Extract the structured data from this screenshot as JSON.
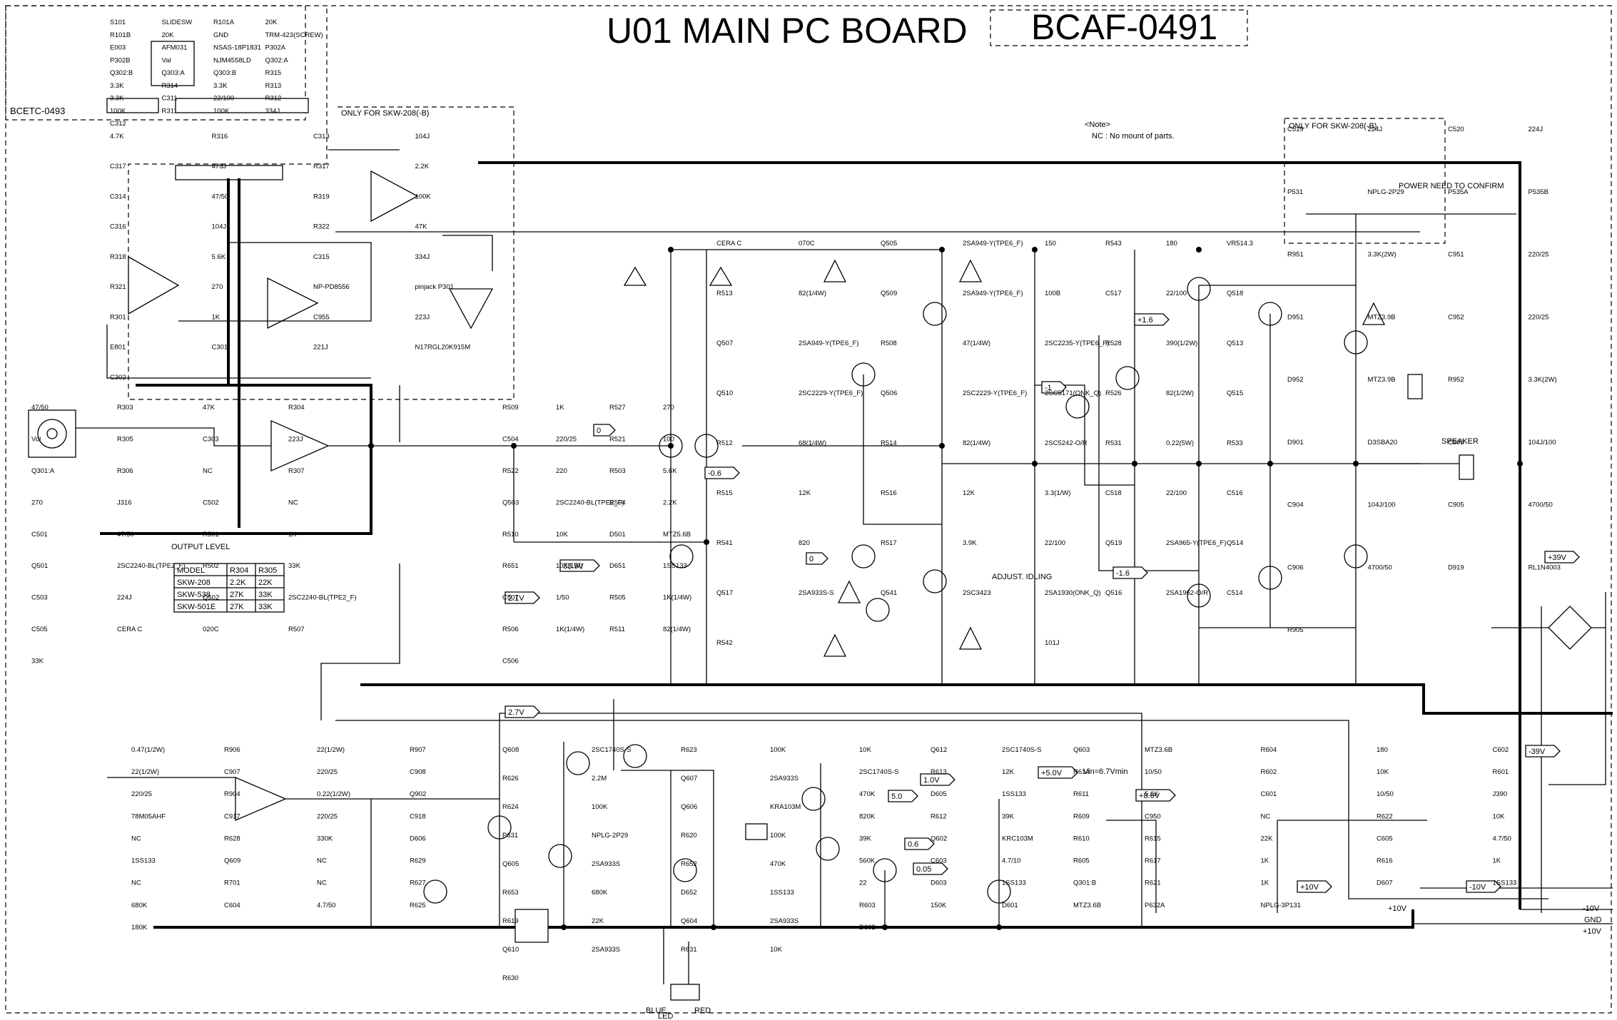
{
  "title": "U01 MAIN PC BOARD",
  "board_code": "BCAF-0491",
  "sub_board": "BCETC-0493",
  "note": {
    "head": "<Note>",
    "body": "NC : No mount of parts."
  },
  "only_for_a": "ONLY FOR SKW-208(-B)",
  "only_for_b": "ONLY FOR SKW-208(-B)",
  "power_note": "POWER NEED TO CONFIRM",
  "output_level": "OUTPUT LEVEL",
  "adjust_idling": "ADJUST. IDLING",
  "speaker": "SPEAKER",
  "led": "LED",
  "blue": "BLUE",
  "red": "RED",
  "vin": "Vin=6.7Vmin",
  "model_table": {
    "headers": [
      "MODEL",
      "R304",
      "R305"
    ],
    "rows": [
      [
        "SKW-208",
        "2.2K",
        "22K"
      ],
      [
        "SKW-538",
        "27K",
        "33K"
      ],
      [
        "SKW-501E",
        "27K",
        "33K"
      ]
    ]
  },
  "rails": [
    "-10V",
    "GND",
    "+10V",
    "+10V"
  ],
  "voltages": [
    "+1.6",
    "-1",
    "-1.6",
    "+39V",
    "-39V",
    "2.1V",
    "2.7V",
    "33.5V",
    "-0.6",
    "0",
    "0",
    "1.0V",
    "5.0",
    "0.05",
    "0.6",
    "+5.0V",
    "+8.6V",
    "+10V",
    "-10V"
  ],
  "labels": [
    "S101",
    "SLIDESW",
    "R101A",
    "20K",
    "R101B",
    "20K",
    "GND",
    "TRM-423(SCREW)",
    "E003",
    "AFM031",
    "NSAS-18P1831",
    "P302A",
    "P302B",
    "Val",
    "NJM4558LD",
    "Q302:A",
    "Q302:B",
    "Q303:A",
    "Q303:B",
    "R315",
    "3.3K",
    "R314",
    "3.3K",
    "R313",
    "3.3K",
    "C311",
    "22/100",
    "R312",
    "100K",
    "R311",
    "100K",
    "334J",
    "C312",
    "4.7K",
    "R316",
    "C313",
    "104J",
    "C317",
    "473J",
    "R317",
    "2.2K",
    "C314",
    "47/50",
    "R319",
    "100K",
    "C316",
    "104J",
    "R322",
    "47K",
    "R318",
    "5.6K",
    "C315",
    "334J",
    "R321",
    "270",
    "NP-PD8556",
    "pinjack P301",
    "R301",
    "1K",
    "C955",
    "223J",
    "E801",
    "C301",
    "221J",
    "N17RGL20K915M",
    "C302",
    "47/50",
    "R303",
    "47K",
    "R304",
    "Vol",
    "R305",
    "C303",
    "223J",
    "Q301:A",
    "R306",
    "NC",
    "R307",
    "270",
    "J316",
    "C502",
    "NC",
    "C501",
    "47/50",
    "R501",
    "1K",
    "Q501",
    "2SC2240-BL(TPE2_F)",
    "R502",
    "33K",
    "C503",
    "224J",
    "Q502",
    "2SC2240-BL(TPE2_F)",
    "C505",
    "CERA C",
    "020C",
    "R507",
    "33K",
    "R509",
    "1K",
    "R527",
    "270",
    "C504",
    "220/25",
    "R521",
    "100",
    "R522",
    "220",
    "R503",
    "5.6K",
    "Q503",
    "2SC2240-BL(TPE2_F)",
    "R504",
    "2.2K",
    "R510",
    "10K",
    "D501",
    "MTZ5.6B",
    "R651",
    "10K(1W)",
    "D651",
    "1SS133",
    "C507",
    "1/50",
    "R505",
    "1K(1/4W)",
    "R506",
    "1K(1/4W)",
    "R511",
    "82(1/4W)",
    "C506",
    "CERA C",
    "070C",
    "Q505",
    "2SA949-Y(TPE6_F)",
    "R513",
    "82(1/4W)",
    "Q509",
    "2SA949-Y(TPE6_F)",
    "Q507",
    "2SA949-Y(TPE6_F)",
    "R508",
    "47(1/4W)",
    "Q510",
    "2SC2229-Y(TPE6_F)",
    "Q506",
    "2SC2229-Y(TPE6_F)",
    "R512",
    "68(1/4W)",
    "R514",
    "82(1/4W)",
    "R515",
    "12K",
    "R516",
    "12K",
    "R541",
    "820",
    "R517",
    "3.9K",
    "Q517",
    "2SA933S-S",
    "Q541",
    "2SC3423",
    "R542",
    "150",
    "R543",
    "180",
    "VR514.3",
    "100B",
    "C517",
    "22/100",
    "Q518",
    "2SC2235-Y(TPE6_F)",
    "R528",
    "390(1/2W)",
    "Q513",
    "2SC5171(ONK_Q)",
    "R526",
    "82(1/2W)",
    "Q515",
    "2SC5242-O/R",
    "R531",
    "0.22(5W)",
    "R533",
    "3.3(1/W)",
    "C518",
    "22/100",
    "C516",
    "22/100",
    "Q519",
    "2SA965-Y(TPE6_F)",
    "Q514",
    "2SA1930(ONK_Q)",
    "Q516",
    "2SA1962-O/R",
    "C514",
    "101J",
    "C519",
    "224J",
    "C520",
    "224J",
    "P531",
    "NPLG-2P29",
    "P535A",
    "P535B",
    "R951",
    "3.3K(2W)",
    "C951",
    "220/25",
    "D951",
    "MTZ3.9B",
    "C952",
    "220/25",
    "D952",
    "MTZ3.9B",
    "R952",
    "3.3K(2W)",
    "D901",
    "D3SBA20",
    "C903",
    "104J/100",
    "C904",
    "104J/100",
    "C905",
    "4700/50",
    "C906",
    "4700/50",
    "D919",
    "RL1N4003",
    "R905",
    "0.47(1/2W)",
    "R906",
    "22(1/2W)",
    "R907",
    "22(1/2W)",
    "C907",
    "220/25",
    "C908",
    "220/25",
    "R904",
    "0.22(1/2W)",
    "Q902",
    "78M05AHF",
    "C917",
    "220/25",
    "C918",
    "NC",
    "R628",
    "330K",
    "D606",
    "1SS133",
    "Q609",
    "NC",
    "R629",
    "NC",
    "R701",
    "NC",
    "R627",
    "680K",
    "C604",
    "4.7/50",
    "R625",
    "180K",
    "Q608",
    "2SC1740S-S",
    "R623",
    "100K",
    "R626",
    "2.2M",
    "Q607",
    "2SA933S",
    "R624",
    "100K",
    "Q606",
    "KRA103M",
    "P631",
    "NPLG-2P29",
    "R620",
    "100K",
    "Q605",
    "2SA933S",
    "R652",
    "470K",
    "R653",
    "680K",
    "D652",
    "1SS133",
    "R619",
    "22K",
    "Q604",
    "2SA933S",
    "Q610",
    "2SA933S",
    "R631",
    "10K",
    "R630",
    "10K",
    "Q612",
    "2SC1740S-S",
    "Q603",
    "2SC1740S-S",
    "R613",
    "12K",
    "R614",
    "470K",
    "D605",
    "1SS133",
    "R611",
    "820K",
    "R612",
    "39K",
    "R609",
    "39K",
    "Q602",
    "KRC103M",
    "R610",
    "560K",
    "C603",
    "4.7/10",
    "R605",
    "22",
    "D603",
    "1SS133",
    "Q301:B",
    "R603",
    "150K",
    "D601",
    "MTZ3.6B",
    "D602",
    "MTZ3.6B",
    "R604",
    "180",
    "C602",
    "10/50",
    "R602",
    "10K",
    "R601",
    "5.6K",
    "C601",
    "10/50",
    "J390",
    "C950",
    "NC",
    "R622",
    "10K",
    "R615",
    "22K",
    "C605",
    "4.7/50",
    "R617",
    "1K",
    "R616",
    "1K",
    "R621",
    "1K",
    "D607",
    "1SS133",
    "P632A",
    "NPLG-3P131"
  ],
  "colors": {
    "ink": "#000000",
    "paper": "#ffffff"
  }
}
